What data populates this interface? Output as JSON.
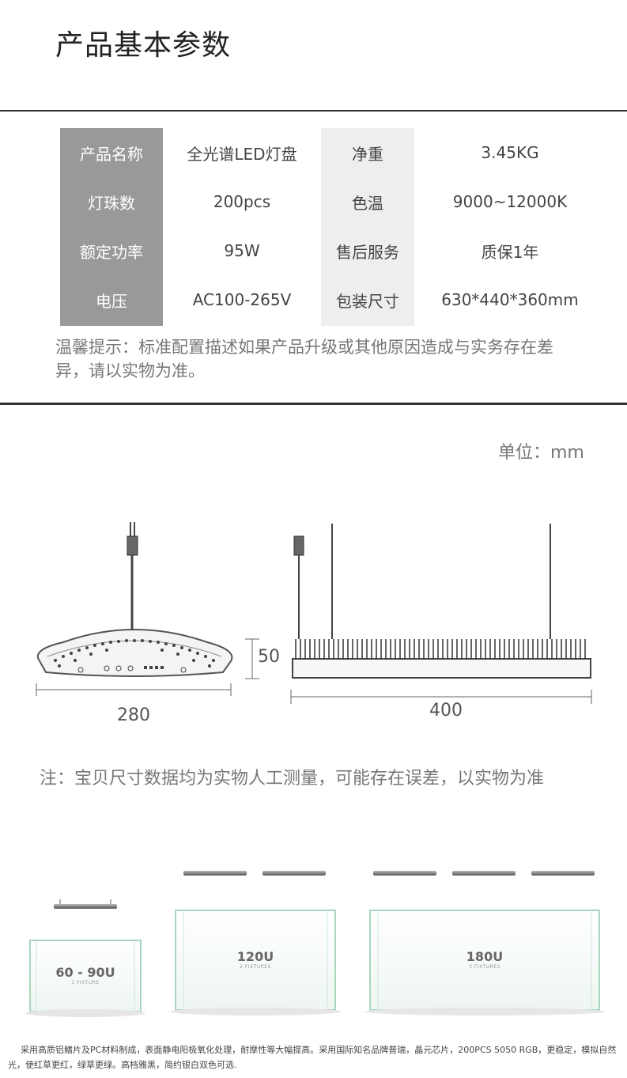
{
  "title": "产品基本参数",
  "specs": {
    "left_keys": [
      "产品名称",
      "灯珠数",
      "额定功率",
      "电压"
    ],
    "left_values": [
      "全光谱LED灯盘",
      "200pcs",
      "95W",
      "AC100-265V"
    ],
    "right_keys": [
      "净重",
      "色温",
      "售后服务",
      "包装尺寸"
    ],
    "right_values": [
      "3.45KG",
      "9000~12000K",
      "质保1年",
      "630*440*360mm"
    ]
  },
  "tip": "温馨提示：标准配置描述如果产品升级或其他原因造成与实务存在差异，请以实物为准。",
  "unit": "单位：mm",
  "dimensions": {
    "width": "280",
    "height": "50",
    "length": "400"
  },
  "size_note": "注：宝贝尺寸数据均为实物人工测量，可能存在误差，以实物为准",
  "tanks": [
    {
      "label": "60 - 90U",
      "sub": "1 FIXTURE"
    },
    {
      "label": "120U",
      "sub": "2 FIXTURES"
    },
    {
      "label": "180U",
      "sub": "3 FIXTURES"
    }
  ],
  "footer": "采用高质铝鳍片及PC材料制成，表面静电阳极氧化处理，耐摩性等大幅提高。采用国际知名品牌普瑞，晶元芯片，200PCS 5050 RGB，更稳定，模拟自然光，使红草更红，绿草更绿。高档雅黑，简约银白双色可选."
}
